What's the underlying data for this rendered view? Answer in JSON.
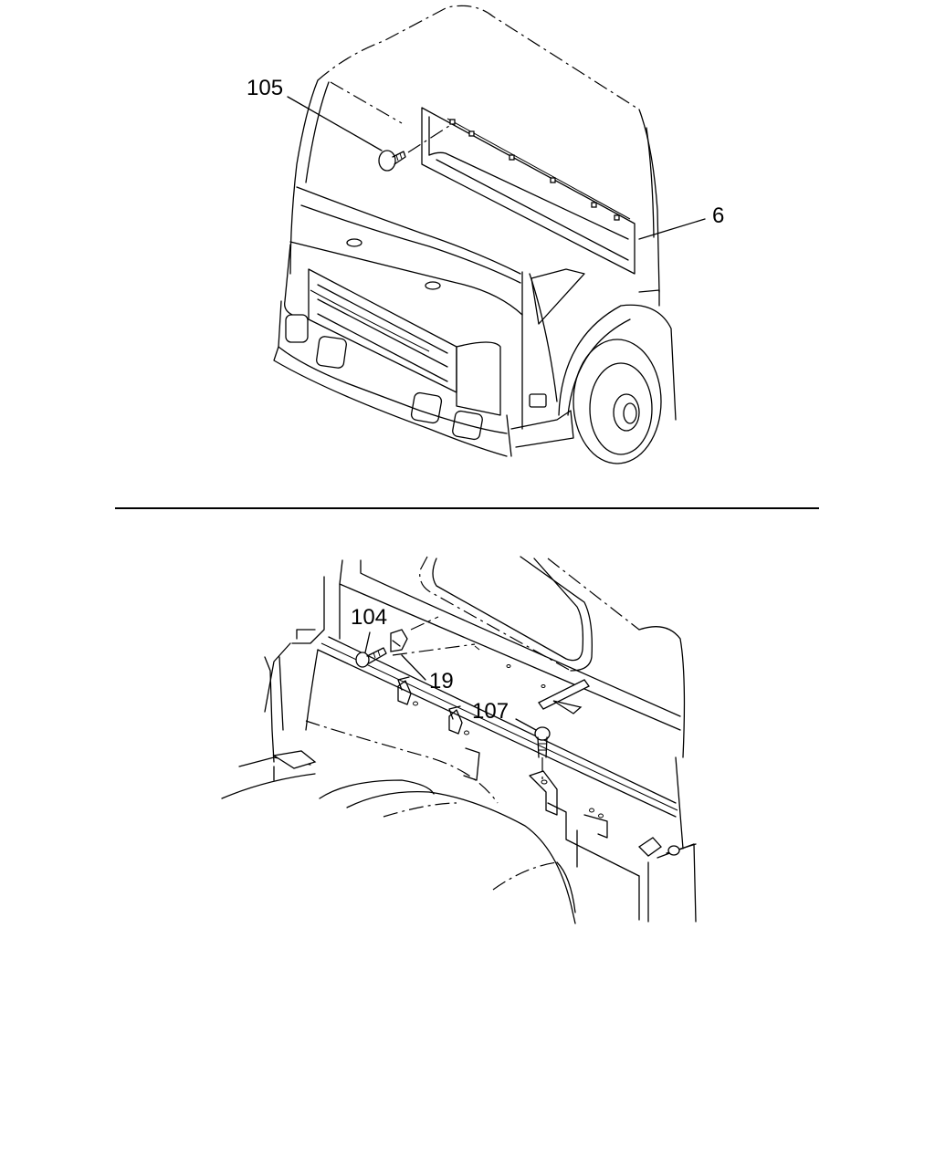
{
  "callouts": {
    "upper": [
      {
        "id": "105",
        "text": "105"
      },
      {
        "id": "6",
        "text": "6"
      }
    ],
    "lower": [
      {
        "id": "104",
        "text": "104"
      },
      {
        "id": "19",
        "text": "19"
      },
      {
        "id": "107",
        "text": "107"
      }
    ]
  },
  "colors": {
    "line": "#000000",
    "background": "#ffffff"
  }
}
